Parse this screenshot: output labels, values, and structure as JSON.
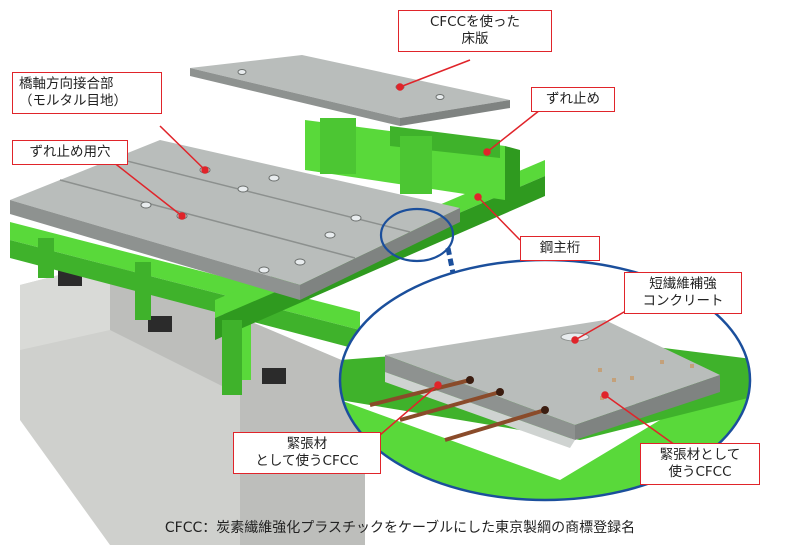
{
  "labels": {
    "cfcc_slab": [
      "CFCCを使った",
      "床版"
    ],
    "zure_dome": "ずれ止め",
    "joint": [
      "橋軸方向接合部",
      "（モルタル目地）"
    ],
    "zure_hole": "ずれ止め用穴",
    "steel_girder": "鋼主桁",
    "fiber_concrete": [
      "短繊維補強",
      "コンクリート"
    ],
    "tendon_left": [
      "緊張材",
      "として使うCFCC"
    ],
    "tendon_right": [
      "緊張材として",
      "使うCFCC"
    ]
  },
  "caption": "CFCC：炭素繊維強化プラスチックをケーブルにした東京製綱の商標登録名",
  "colors": {
    "accent": "#e0242a",
    "girder": "#59d93a",
    "girder_dark": "#2f9a1f",
    "slab": "#a7acaa",
    "slab_top": "#b9bdbb",
    "pier": "#cfd0cd",
    "zoom_ring": "#1b4f9c"
  }
}
